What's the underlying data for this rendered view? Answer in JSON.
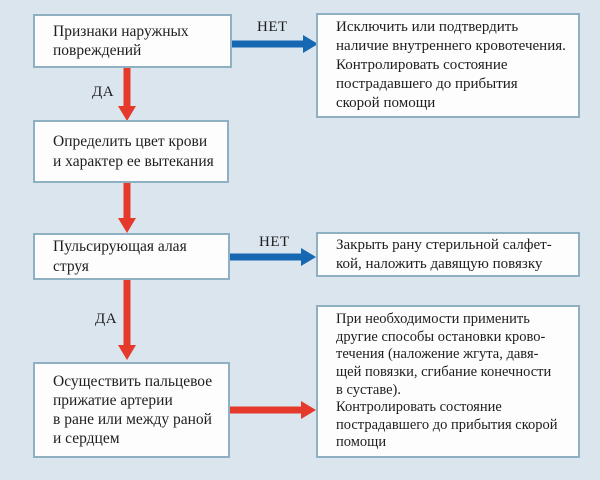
{
  "colors": {
    "background": "#dbe5ed",
    "box_fill": "#fdfdfe",
    "box_border": "#8fafc3",
    "arrow_red": "#e5392b",
    "arrow_blue": "#1668b2",
    "text": "#1e1e1e"
  },
  "labels": {
    "yes": "ДА",
    "no": "НЕТ"
  },
  "boxes": {
    "signs": {
      "text": "Признаки наружных\nповреждений"
    },
    "determine_blood": {
      "text": "Определить цвет крови\nи характер ее вытекания"
    },
    "pulsing_stream": {
      "text": "Пульсирующая алая струя"
    },
    "finger_pressure": {
      "text": "Осуществить пальцевое\nприжатие артерии\nв ране или между раной\nи сердцем"
    },
    "internal_bleeding": {
      "text": "Исключить или подтвердить\nналичие внутреннего кровотечения.\nКонтролировать состояние\nпострадавшего до прибытия\nскорой помощи"
    },
    "close_wound": {
      "text": "Закрыть рану стерильной салфет-\nкой, наложить давящую повязку"
    },
    "other_methods": {
      "text": "При необходимости применить\nдругие способы остановки крово-\nтечения (наложение жгута, давя-\nщей повязки, сгибание конечности\nв суставе).\nКонтролировать состояние\nпострадавшего до прибытия скорой\nпомощи"
    }
  }
}
